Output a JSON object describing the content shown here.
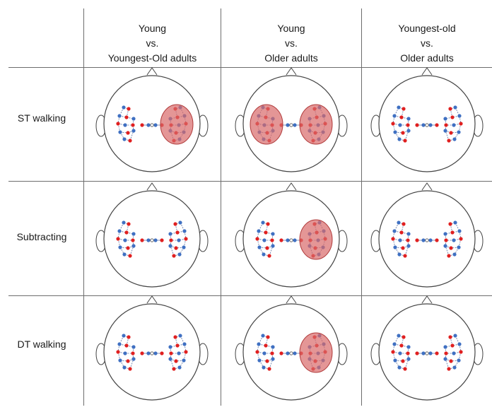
{
  "columns": [
    {
      "lines": [
        "Young",
        "vs.",
        "Youngest-Old adults"
      ]
    },
    {
      "lines": [
        "Young",
        "vs.",
        "Older adults"
      ]
    },
    {
      "lines": [
        "Youngest-old",
        "vs.",
        "Older adults"
      ]
    }
  ],
  "rows": [
    {
      "label": "ST walking",
      "highlights": [
        [
          "right"
        ],
        [
          "left",
          "right"
        ],
        []
      ]
    },
    {
      "label": "Subtracting",
      "highlights": [
        [],
        [
          "right"
        ],
        []
      ]
    },
    {
      "label": "DT walking",
      "highlights": [
        [],
        [
          "right"
        ],
        []
      ]
    }
  ],
  "colors": {
    "highlight_fill": "#d96a6a",
    "highlight_stroke": "#b03a3a",
    "red_channel": "#e02020",
    "blue_channel": "#3f70c2",
    "link": "#5a6fa0",
    "head_outline": "#444444"
  }
}
